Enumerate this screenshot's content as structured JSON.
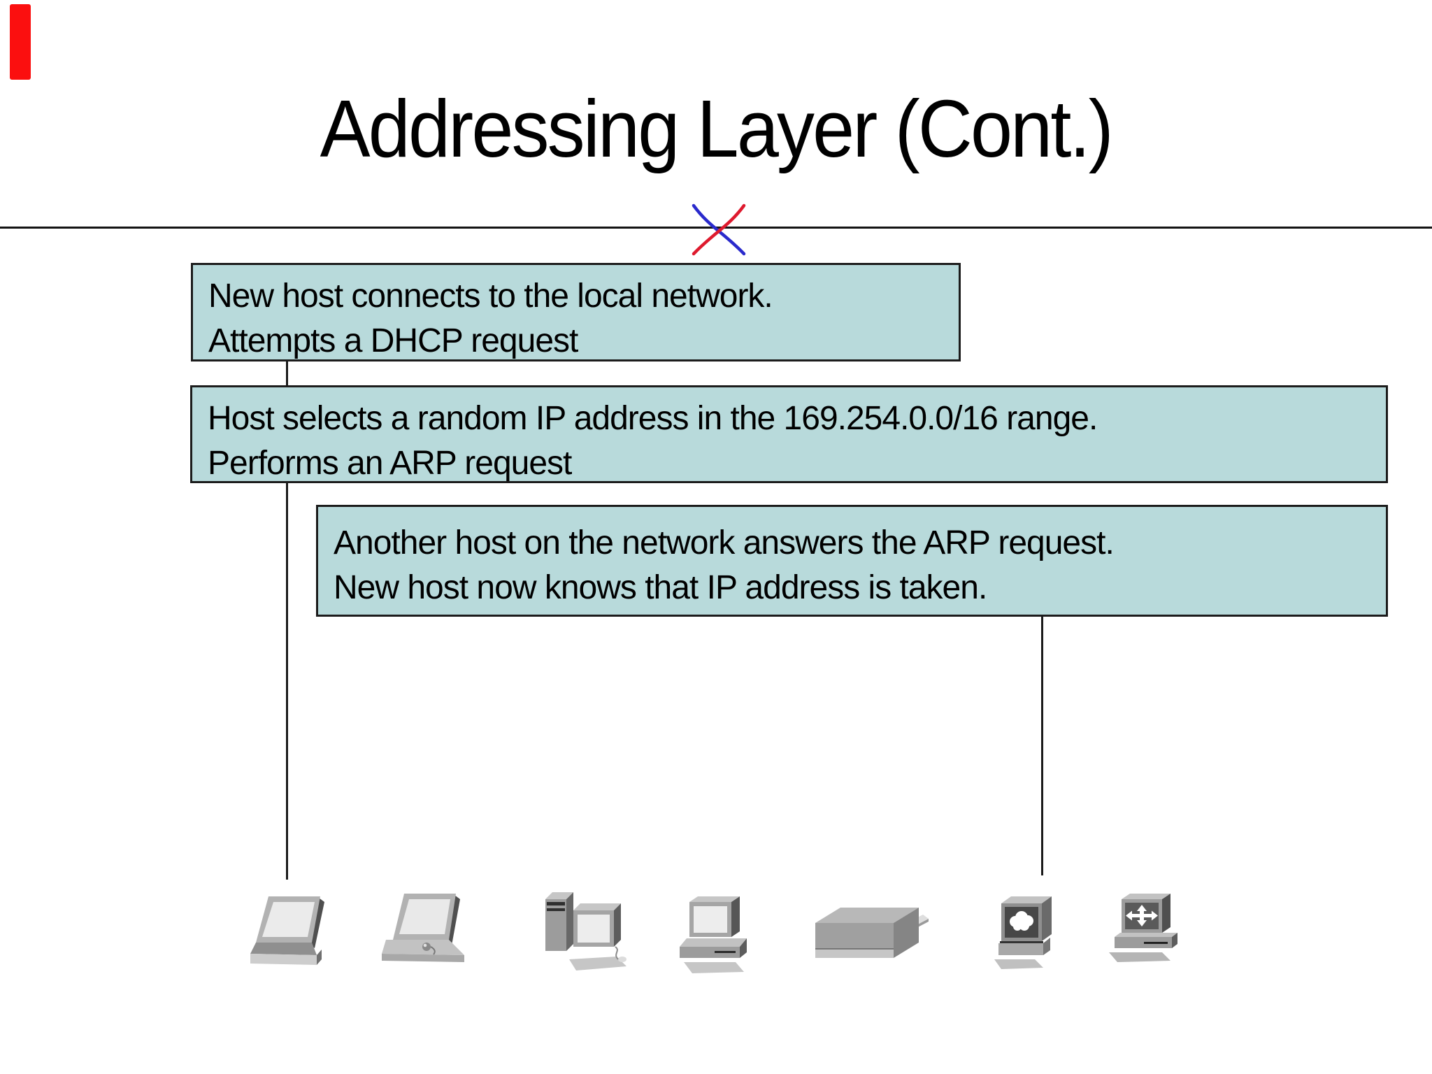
{
  "slide": {
    "title": "Addressing Layer (Cont.)",
    "accent_color": "#fb0f0f",
    "divider": {
      "color": "#141414",
      "x_mark_colors": {
        "blue": "#2a2acc",
        "red": "#de1a2e"
      }
    },
    "callout_fill": "#b8dadb",
    "boxes": [
      {
        "line1": "New host connects to the local network.",
        "line2": "Attempts a DHCP request"
      },
      {
        "line1": "Host selects a random IP address in the 169.254.0.0/16 range.",
        "line2": "Performs an ARP request"
      },
      {
        "line1": "Another host on the network answers the ARP request.",
        "line2": "New host now knows that IP address is taken."
      }
    ],
    "connectors": [
      {
        "from": "box-1",
        "to": "laptop-icon-1"
      },
      {
        "from": "box-3",
        "to": "host-cloud-icon"
      }
    ],
    "device_icons": [
      "laptop-icon-1",
      "laptop-icon-2",
      "tower-workstation-icon",
      "desktop-computer-icon",
      "printer-icon",
      "host-cloud-icon",
      "router-workstation-icon"
    ]
  }
}
